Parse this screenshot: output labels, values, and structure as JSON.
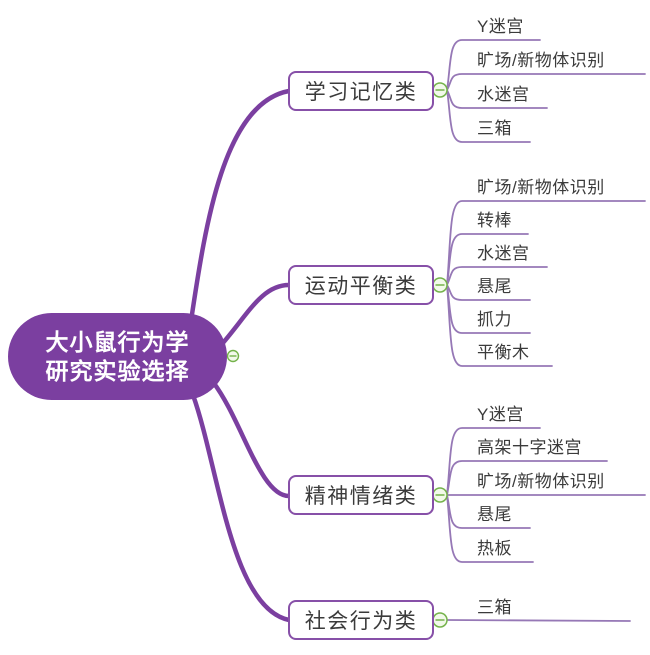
{
  "root": {
    "lines": [
      "大小鼠行为学",
      "研究实验选择"
    ]
  },
  "branches": [
    {
      "label": "学习记忆类",
      "children": [
        "Y迷宫",
        "旷场/新物体识别",
        "水迷宫",
        "三箱"
      ]
    },
    {
      "label": "运动平衡类",
      "children": [
        "旷场/新物体识别",
        "转棒",
        "水迷宫",
        "悬尾",
        "抓力",
        "平衡木"
      ]
    },
    {
      "label": "精神情绪类",
      "children": [
        "Y迷宫",
        "高架十字迷宫",
        "旷场/新物体识别",
        "悬尾",
        "热板"
      ]
    },
    {
      "label": "社会行为类",
      "children": [
        "三箱"
      ]
    }
  ],
  "icons": {
    "collapse": "minus-circle"
  },
  "colors": {
    "root_fill": "#7b3fa0",
    "root_text": "#ffffff",
    "branch_border": "#8750a8",
    "thick_curve": "#7b3fa0",
    "thin_curve": "#9678b6",
    "node_text": "#3b3b3b",
    "collapse_stroke": "#74b24a",
    "collapse_fill": "#f2f9ea",
    "background": "#ffffff"
  }
}
